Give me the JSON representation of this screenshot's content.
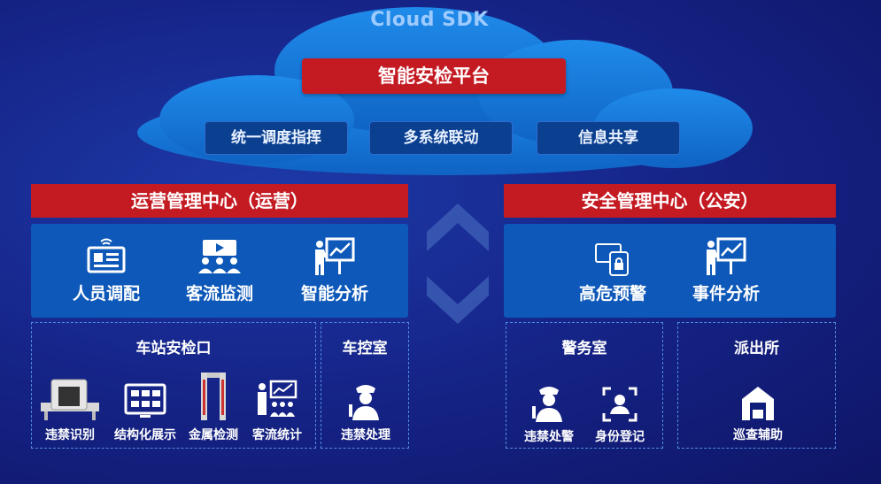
{
  "cloud": {
    "title": "Cloud SDK",
    "platform": "智能安检平台",
    "buttons": [
      "统一调度指挥",
      "多系统联动",
      "信息共享"
    ]
  },
  "left_center": {
    "title": "运营管理中心（运营）",
    "features": [
      {
        "label": "人员调配",
        "icon": "staff-terminal-icon"
      },
      {
        "label": "客流监测",
        "icon": "crowd-monitor-icon"
      },
      {
        "label": "智能分析",
        "icon": "analysis-presenter-icon"
      }
    ]
  },
  "right_center": {
    "title": "安全管理中心（公安）",
    "features": [
      {
        "label": "高危预警",
        "icon": "lock-alert-icon"
      },
      {
        "label": "事件分析",
        "icon": "analysis-presenter-icon"
      }
    ]
  },
  "stations": {
    "checkpoint": {
      "title": "车站安检口",
      "items": [
        {
          "label": "违禁识别",
          "icon": "xray-scanner-icon"
        },
        {
          "label": "结构化展示",
          "icon": "grid-display-icon"
        },
        {
          "label": "金属检测",
          "icon": "metal-detector-gate-icon"
        },
        {
          "label": "客流统计",
          "icon": "crowd-stats-icon"
        }
      ]
    },
    "control_room": {
      "title": "车控室",
      "items": [
        {
          "label": "违禁处理",
          "icon": "officer-icon"
        }
      ]
    },
    "police_room": {
      "title": "警务室",
      "items": [
        {
          "label": "违禁处警",
          "icon": "officer-icon"
        },
        {
          "label": "身份登记",
          "icon": "id-scan-icon"
        }
      ]
    },
    "police_station": {
      "title": "派出所",
      "items": [
        {
          "label": "巡查辅助",
          "icon": "warehouse-icon"
        }
      ]
    }
  },
  "colors": {
    "red": "#c41a22",
    "panel_blue": "#0d58b8",
    "cloud_blue": "#1478d8"
  }
}
